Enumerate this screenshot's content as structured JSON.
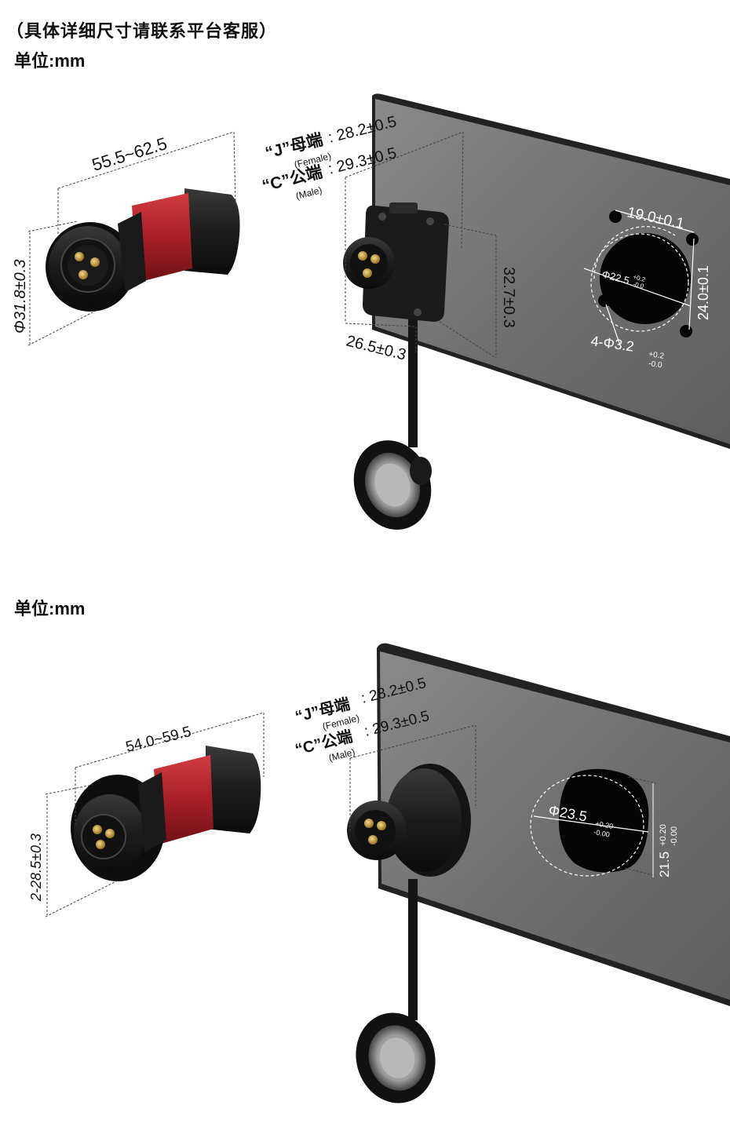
{
  "note": "（具体详细尺寸请联系平台客服）",
  "unit_label_1": "单位:mm",
  "unit_label_2": "单位:mm",
  "top": {
    "plug_length": "55.5~62.5",
    "plug_diameter": "Φ31.8±0.3",
    "female_label": "“J”母端",
    "female_en": "(Female)",
    "female_value": ": 28.2±0.5",
    "male_label": "“C”公端",
    "male_en": "(Male)",
    "male_value": ": 29.3±0.5",
    "socket_height": "32.7±0.3",
    "socket_width": "26.5±0.3",
    "hole_spacing_h": "19.0±0.1",
    "hole_spacing_v": "24.0±0.1",
    "cutout_dia": "Φ22.5",
    "cutout_tol_plus": "+0.2",
    "cutout_tol_minus": "-0.0",
    "mount_holes": "4-Φ3.2",
    "mount_tol_plus": "+0.2",
    "mount_tol_minus": "-0.0"
  },
  "bottom": {
    "plug_length": "54.0~59.5",
    "plug_diameter": "2-28.5±0.3",
    "female_label": "“J”母端",
    "female_en": "(Female)",
    "female_value": ": 28.2±0.5",
    "male_label": "“C”公端",
    "male_en": "(Male)",
    "male_value": ": 29.3±0.5",
    "cutout_dia": "Φ23.5",
    "cutout_tol_plus": "+0.20",
    "cutout_tol_minus": "-0.00",
    "flat_width": "21.5",
    "flat_tol_plus": "+0.20",
    "flat_tol_minus": "-0.00"
  },
  "colors": {
    "panel": "#6e6e6e",
    "connector_red": "#b3262d",
    "connector_black": "#1b1b1b",
    "pin_gold": "#c9a24a"
  }
}
